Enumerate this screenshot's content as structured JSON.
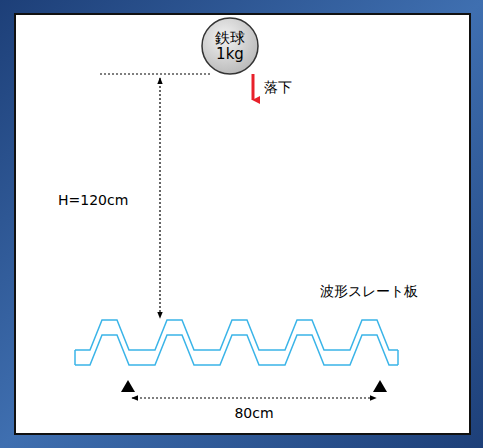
{
  "diagram": {
    "nodes": [
      {
        "text": [
          "鉄球 1kg"
        ]
      }
    ],
    "labels": [
      "落下",
      "H=120cm",
      "波形スレート板",
      "80cm"
    ]
  }
}
